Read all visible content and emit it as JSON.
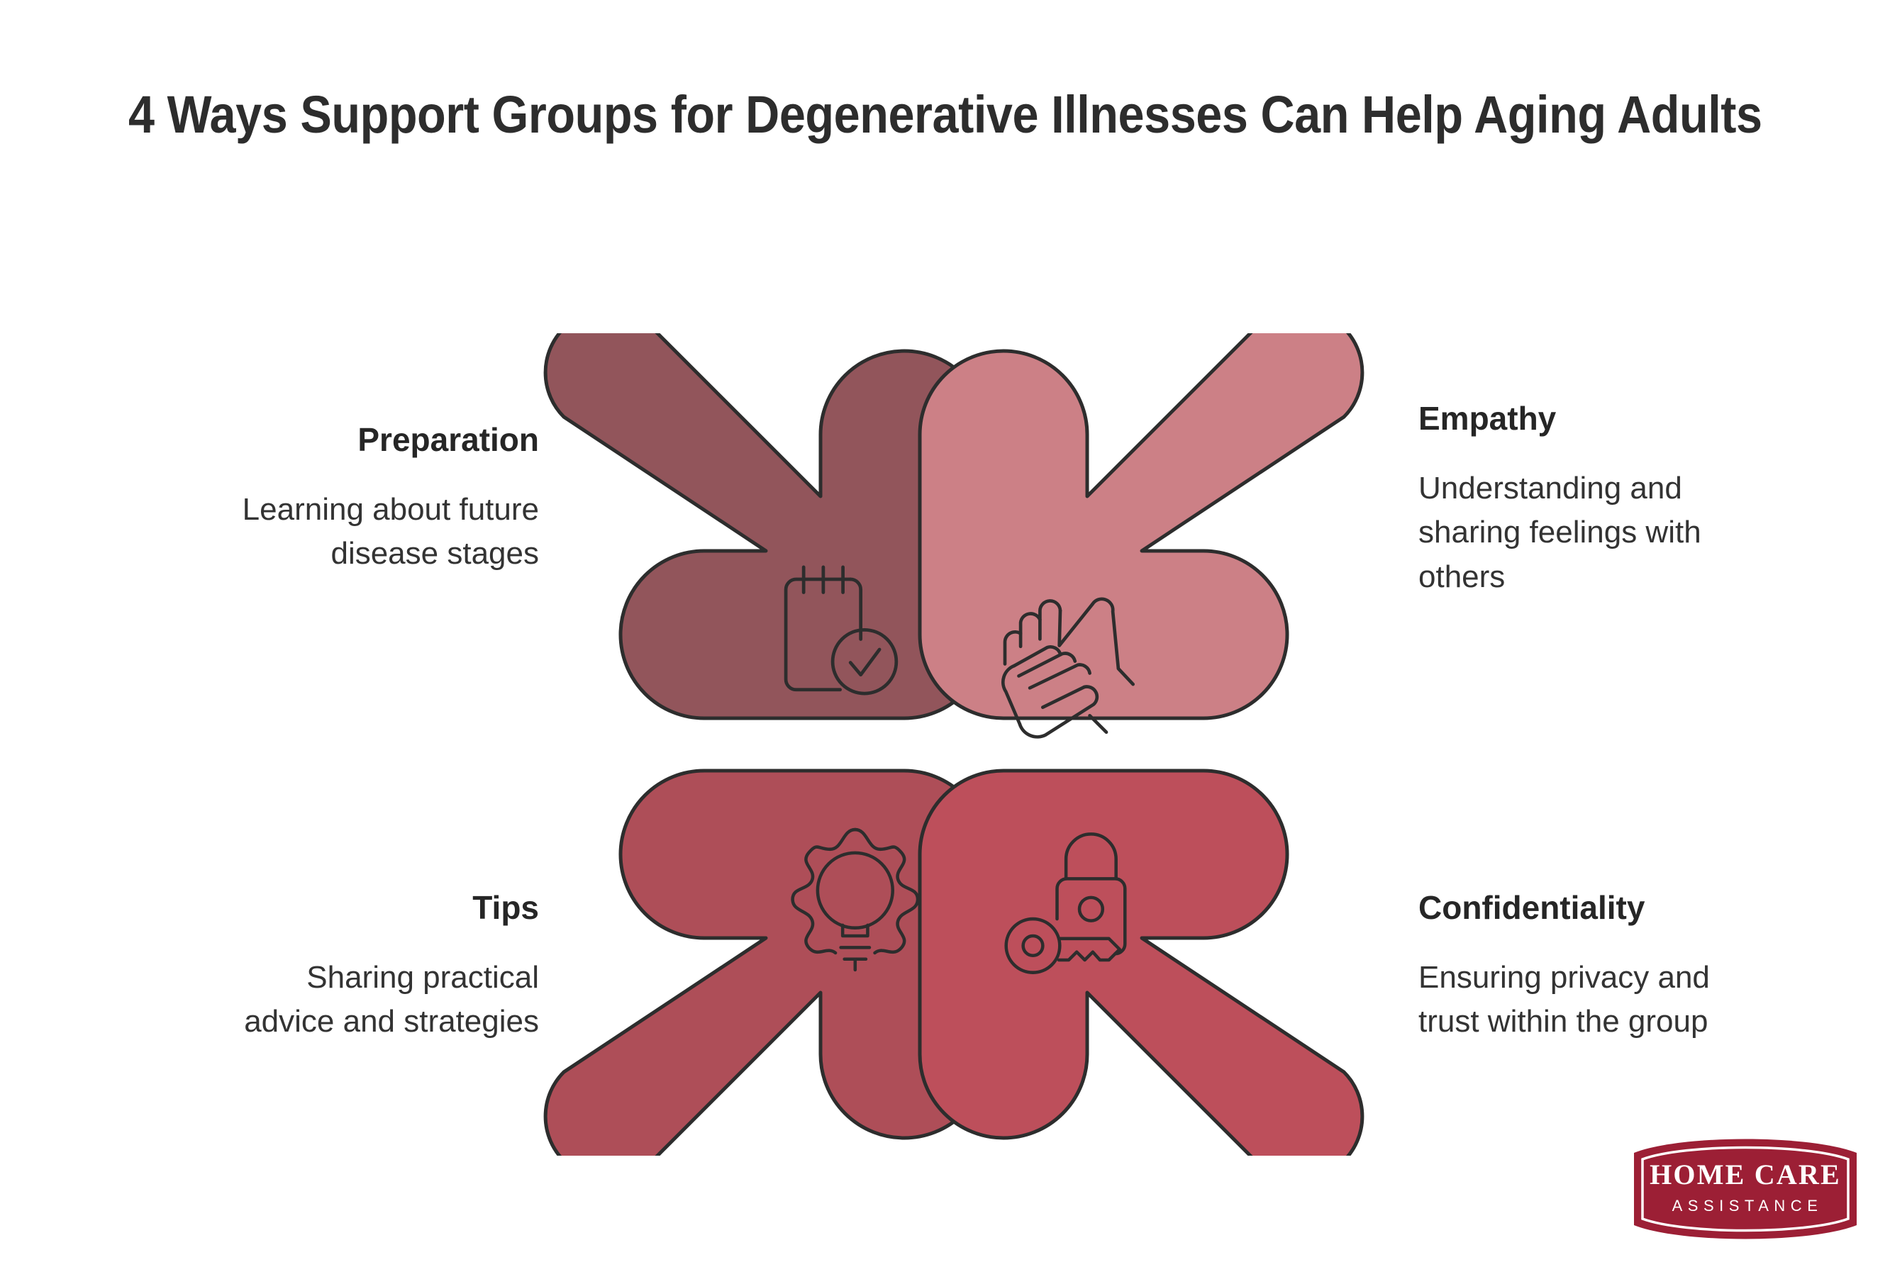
{
  "page": {
    "title": "4 Ways Support Groups for Degenerative Illnesses Can Help Aging Adults",
    "background_color": "#ffffff",
    "text_color": "#2d2d2d"
  },
  "items": [
    {
      "id": "preparation",
      "heading": "Preparation",
      "description": "Learning about future disease stages",
      "description_lines": [
        "Learning about future",
        "disease stages"
      ],
      "icon": "calendar-check-icon",
      "color": "#92555b",
      "position": "top-left",
      "align": "right",
      "arrow_direction": "down-right"
    },
    {
      "id": "empathy",
      "heading": "Empathy",
      "description": "Understanding and sharing feelings with others",
      "description_lines": [
        "Understanding and",
        "sharing feelings with",
        "others"
      ],
      "icon": "helping-hands-icon",
      "color": "#cc8086",
      "position": "top-right",
      "align": "left",
      "arrow_direction": "down-left"
    },
    {
      "id": "tips",
      "heading": "Tips",
      "description": "Sharing practical advice and strategies",
      "description_lines": [
        "Sharing practical",
        "advice and strategies"
      ],
      "icon": "lightbulb-idea-icon",
      "color": "#ae4e58",
      "position": "bottom-left",
      "align": "right",
      "arrow_direction": "up-right"
    },
    {
      "id": "confidentiality",
      "heading": "Confidentiality",
      "description": "Ensuring privacy and trust within the group",
      "description_lines": [
        "Ensuring privacy and",
        "trust within the group"
      ],
      "icon": "lock-key-icon",
      "color": "#bd4f5b",
      "position": "bottom-right",
      "align": "left",
      "arrow_direction": "up-left"
    }
  ],
  "logo": {
    "line1": "HOME CARE",
    "line2": "ASSISTANCE",
    "color": "#9c1f35",
    "text_color": "#ffffff"
  },
  "style": {
    "stroke_color": "#2d2d2d",
    "icon_stroke": "#2d2d2d"
  }
}
